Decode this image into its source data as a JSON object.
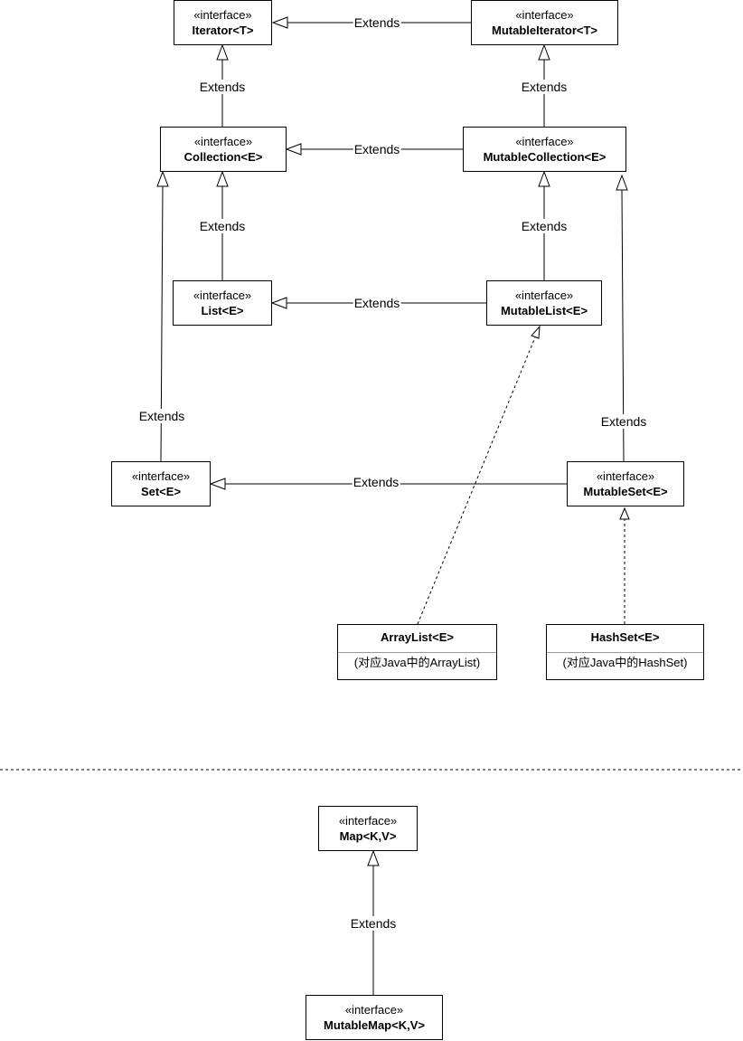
{
  "diagram": {
    "stereotype": "«interface»",
    "interfaces": {
      "iterator": "Iterator<T>",
      "mutable_iterator": "MutableIterator<T>",
      "collection": "Collection<E>",
      "mutable_collection": "MutableCollection<E>",
      "list": "List<E>",
      "mutable_list": "MutableList<E>",
      "set": "Set<E>",
      "mutable_set": "MutableSet<E>",
      "map": "Map<K,V>",
      "mutable_map": "MutableMap<K,V>"
    },
    "classes": {
      "array_list": {
        "name": "ArrayList<E>",
        "note": "(对应Java中的ArrayList)"
      },
      "hash_set": {
        "name": "HashSet<E>",
        "note": "(对应Java中的HashSet)"
      }
    },
    "edge_label": "Extends",
    "relations": [
      {
        "from": "mutable_iterator",
        "to": "iterator",
        "kind": "generalization",
        "label": "Extends"
      },
      {
        "from": "collection",
        "to": "iterator",
        "kind": "generalization",
        "label": "Extends"
      },
      {
        "from": "mutable_collection",
        "to": "mutable_iterator",
        "kind": "generalization",
        "label": "Extends"
      },
      {
        "from": "mutable_collection",
        "to": "collection",
        "kind": "generalization",
        "label": "Extends"
      },
      {
        "from": "list",
        "to": "collection",
        "kind": "generalization",
        "label": "Extends"
      },
      {
        "from": "mutable_list",
        "to": "mutable_collection",
        "kind": "generalization",
        "label": "Extends"
      },
      {
        "from": "mutable_list",
        "to": "list",
        "kind": "generalization",
        "label": "Extends"
      },
      {
        "from": "set",
        "to": "collection",
        "kind": "generalization",
        "label": "Extends"
      },
      {
        "from": "mutable_set",
        "to": "mutable_collection",
        "kind": "generalization",
        "label": "Extends"
      },
      {
        "from": "mutable_set",
        "to": "set",
        "kind": "generalization",
        "label": "Extends"
      },
      {
        "from": "array_list",
        "to": "mutable_list",
        "kind": "realization",
        "label": ""
      },
      {
        "from": "hash_set",
        "to": "mutable_set",
        "kind": "realization",
        "label": ""
      },
      {
        "from": "mutable_map",
        "to": "map",
        "kind": "generalization",
        "label": "Extends"
      }
    ]
  }
}
